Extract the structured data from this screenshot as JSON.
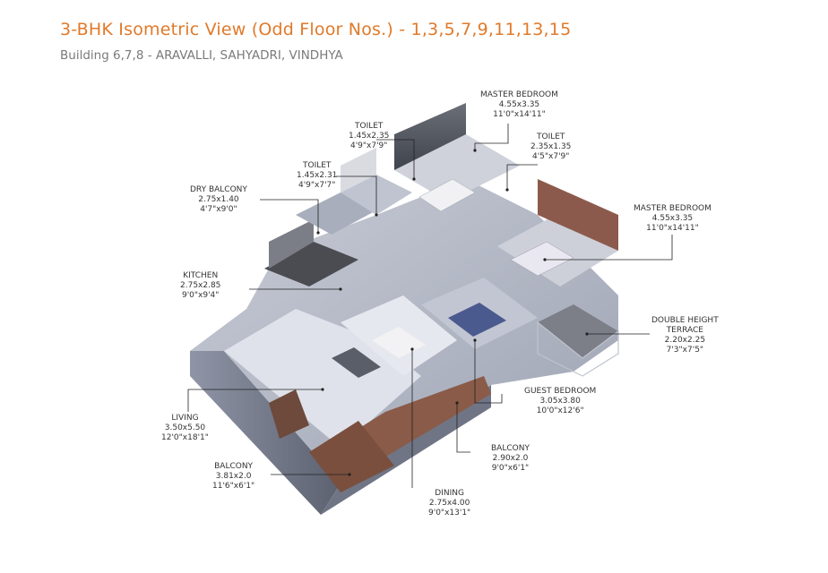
{
  "header": {
    "title": "3-BHK Isometric View (Odd Floor Nos.) - 1,3,5,7,9,11,13,15",
    "subtitle": "Building 6,7,8 - ARAVALLI, SAHYADRI, VINDHYA"
  },
  "rooms": [
    {
      "id": "master-bedroom-1",
      "name": "MASTER BEDROOM",
      "metric": "4.55x3.35",
      "imperial": "11'0\"x14'11\""
    },
    {
      "id": "toilet-1",
      "name": "TOILET",
      "metric": "1.45x2.35",
      "imperial": "4'9\"x7'9\""
    },
    {
      "id": "toilet-2",
      "name": "TOILET",
      "metric": "2.35x1.35",
      "imperial": "4'5\"x7'9\""
    },
    {
      "id": "toilet-3",
      "name": "TOILET",
      "metric": "1.45x2.31",
      "imperial": "4'9\"x7'7\""
    },
    {
      "id": "dry-balcony",
      "name": "DRY BALCONY",
      "metric": "2.75x1.40",
      "imperial": "4'7\"x9'0\""
    },
    {
      "id": "master-bedroom-2",
      "name": "MASTER BEDROOM",
      "metric": "4.55x3.35",
      "imperial": "11'0\"x14'11\""
    },
    {
      "id": "kitchen",
      "name": "KITCHEN",
      "metric": "2.75x2.85",
      "imperial": "9'0\"x9'4\""
    },
    {
      "id": "double-height-terrace",
      "name": "DOUBLE HEIGHT",
      "name2": "TERRACE",
      "metric": "2.20x2.25",
      "imperial": "7'3\"x7'5\""
    },
    {
      "id": "guest-bedroom",
      "name": "GUEST BEDROOM",
      "metric": "3.05x3.80",
      "imperial": "10'0\"x12'6\""
    },
    {
      "id": "living",
      "name": "LIVING",
      "metric": "3.50x5.50",
      "imperial": "12'0\"x18'1\""
    },
    {
      "id": "balcony-1",
      "name": "BALCONY",
      "metric": "2.90x2.0",
      "imperial": "9'0\"x6'1\""
    },
    {
      "id": "balcony-2",
      "name": "BALCONY",
      "metric": "3.81x2.0",
      "imperial": "11'6\"x6'1\""
    },
    {
      "id": "dining",
      "name": "DINING",
      "metric": "2.75x4.00",
      "imperial": "9'0\"x13'1\""
    }
  ]
}
